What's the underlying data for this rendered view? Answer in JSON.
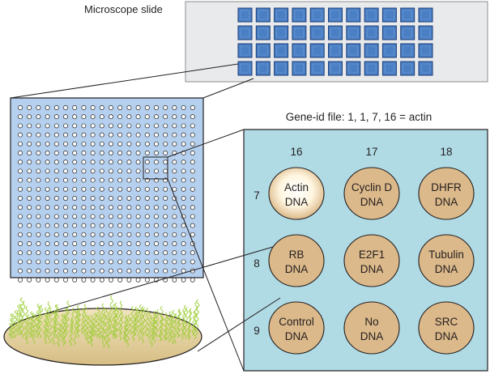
{
  "slide": {
    "label": "Microscope slide",
    "grid_rows": 4,
    "grid_cols": 11,
    "tile_color": "#4a7fc4",
    "tile_border": "#1e3f78",
    "bg_color": "#e9eaeb"
  },
  "array_panel": {
    "rows": 20,
    "cols": 20,
    "bg_color": "#b5d0ee",
    "dot_color": "#ffffff"
  },
  "zoom_panel": {
    "title": "Gene-id file: 1, 1, 7, 16 = actin",
    "bg_color": "#b0dbe5",
    "column_labels": [
      "16",
      "17",
      "18"
    ],
    "row_labels": [
      "7",
      "8",
      "9"
    ],
    "spots": [
      {
        "line1": "Actin",
        "line2": "DNA",
        "highlight": true
      },
      {
        "line1": "Cyclin D",
        "line2": "DNA",
        "highlight": false
      },
      {
        "line1": "DHFR",
        "line2": "DNA",
        "highlight": false
      },
      {
        "line1": "RB",
        "line2": "DNA",
        "highlight": false
      },
      {
        "line1": "E2F1",
        "line2": "DNA",
        "highlight": false
      },
      {
        "line1": "Tubulin",
        "line2": "DNA",
        "highlight": false
      },
      {
        "line1": "Control",
        "line2": "DNA",
        "highlight": false
      },
      {
        "line1": "No",
        "line2": "DNA",
        "highlight": false
      },
      {
        "line1": "SRC",
        "line2": "DNA",
        "highlight": false
      }
    ],
    "spot_color": "#dcb98a",
    "spot_highlight_color": "#fff8e6"
  },
  "dna_strand_spot": {
    "disc_color": "#e6d2a0",
    "strand_color": "#9acd32"
  }
}
